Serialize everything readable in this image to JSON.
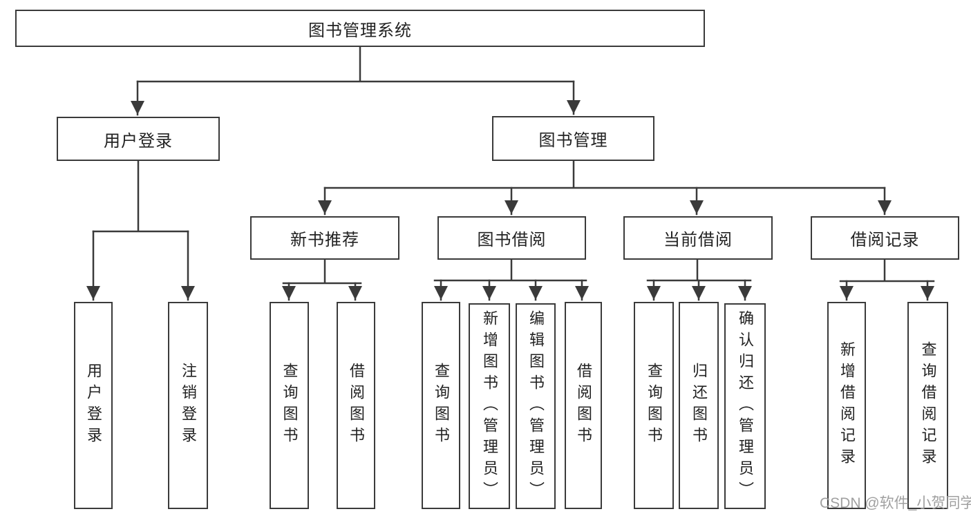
{
  "colors": {
    "line": "#3a3a3a",
    "box_border": "#3a3a3a",
    "box_fill": "#ffffff",
    "text": "#222222",
    "background": "#ffffff",
    "watermark": "#9b9b9b"
  },
  "diagram": {
    "root": {
      "label": "图书管理系统"
    },
    "branches": [
      {
        "label": "用户登录",
        "children": [
          {
            "label": "用户登录"
          },
          {
            "label": "注销登录"
          }
        ]
      },
      {
        "label": "图书管理",
        "children": [
          {
            "label": "新书推荐",
            "children": [
              {
                "label": "查询图书"
              },
              {
                "label": "借阅图书"
              }
            ]
          },
          {
            "label": "图书借阅",
            "children": [
              {
                "label": "查询图书"
              },
              {
                "label": "新增图书（管理员）"
              },
              {
                "label": "编辑图书（管理员）"
              },
              {
                "label": "借阅图书"
              }
            ]
          },
          {
            "label": "当前借阅",
            "children": [
              {
                "label": "查询图书"
              },
              {
                "label": "归还图书"
              },
              {
                "label": "确认归还（管理员）"
              }
            ]
          },
          {
            "label": "借阅记录",
            "children": [
              {
                "label": "新增借阅记录"
              },
              {
                "label": "查询借阅记录"
              }
            ]
          }
        ]
      }
    ]
  },
  "watermark": {
    "text": "CSDN @软件_小贺同学"
  }
}
